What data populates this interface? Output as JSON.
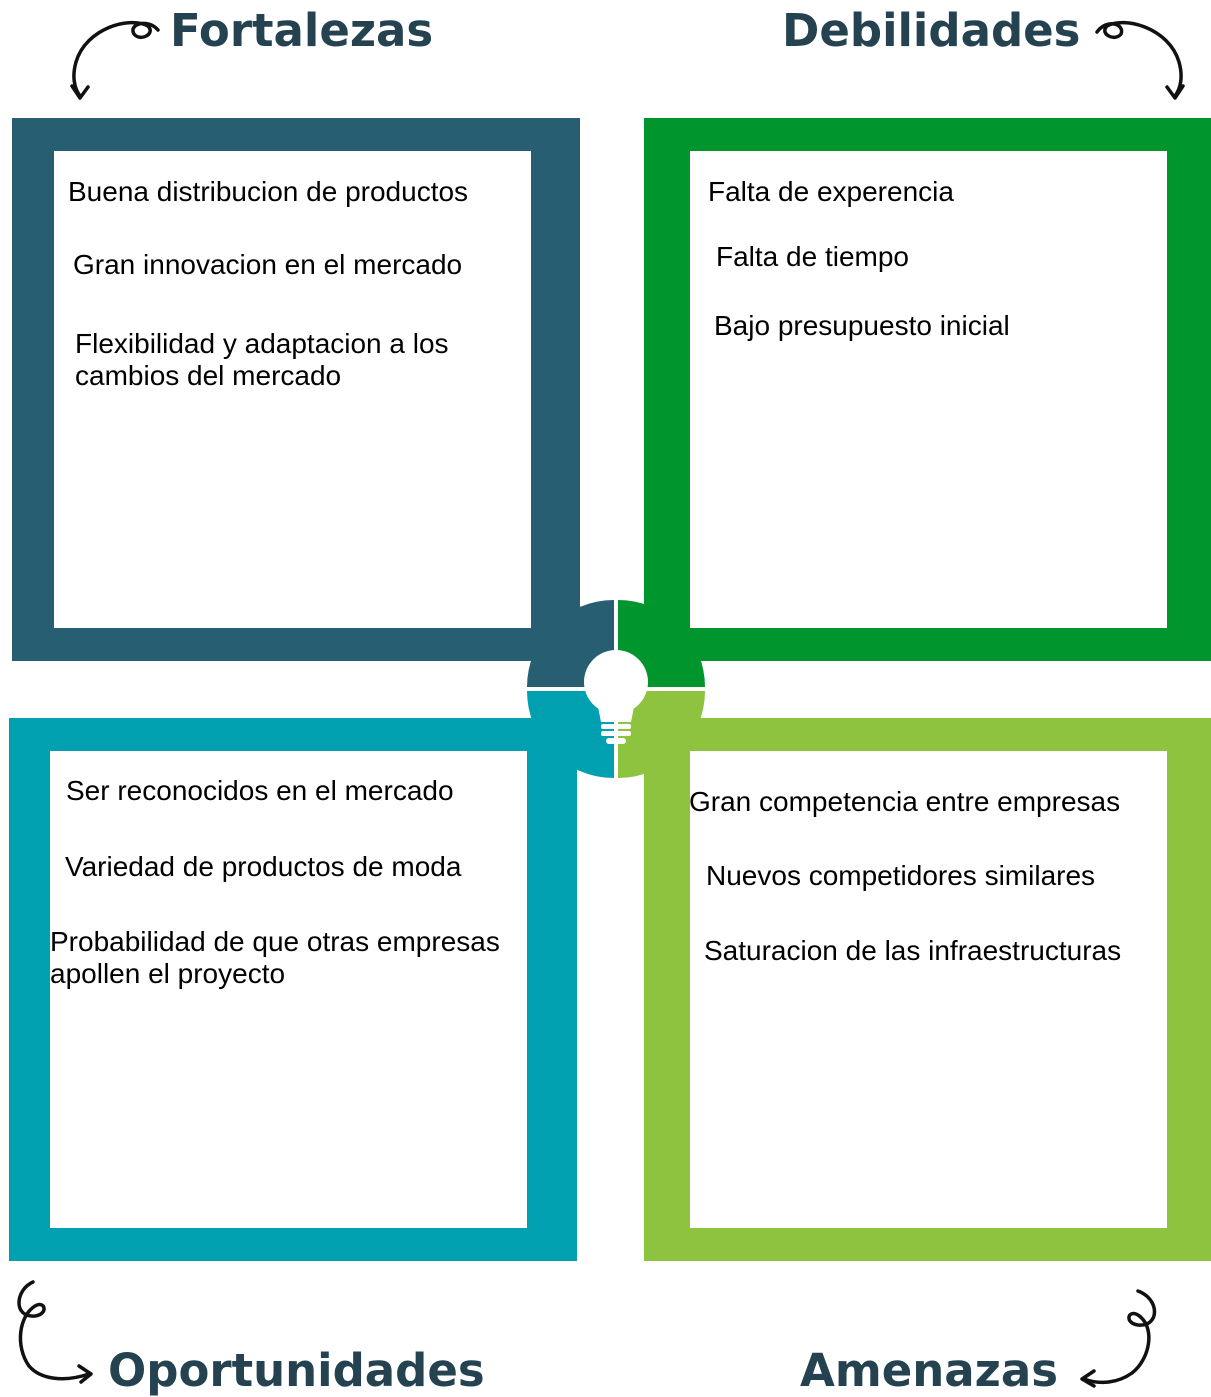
{
  "colors": {
    "title": "#24424f",
    "fortalezas": "#285e72",
    "debilidades": "#00962d",
    "oportunidades": "#00a0b0",
    "amenazas": "#8dc33f"
  },
  "center_icon": "lightbulb-icon",
  "quadrants": {
    "fortalezas": {
      "title": "Fortalezas",
      "items": [
        "Buena distribucion de productos",
        "Gran innovacion en el mercado",
        "Flexibilidad y adaptacion a los cambios del mercado"
      ]
    },
    "debilidades": {
      "title": "Debilidades",
      "items": [
        "Falta de experencia",
        "Falta de tiempo",
        "Bajo presupuesto inicial"
      ]
    },
    "oportunidades": {
      "title": "Oportunidades",
      "items": [
        "Ser reconocidos en el mercado",
        "Variedad de productos de moda",
        "Probabilidad de que otras empresas apollen el proyecto"
      ]
    },
    "amenazas": {
      "title": "Amenazas",
      "items": [
        "Gran competencia entre empresas",
        "Nuevos competidores similares",
        "Saturacion de las infraestructuras"
      ]
    }
  }
}
